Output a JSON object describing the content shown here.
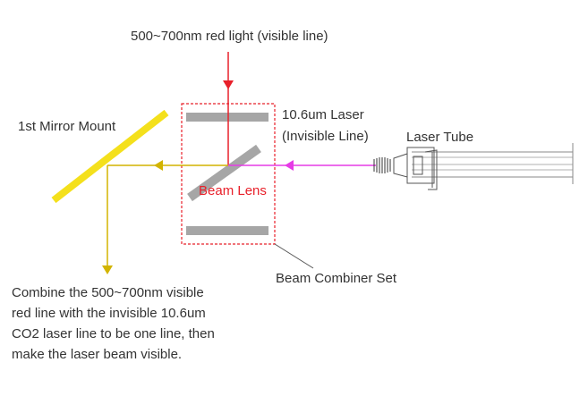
{
  "labels": {
    "red_light": "500~700nm red light (visible line)",
    "mirror_mount": "1st Mirror Mount",
    "laser_line1": "10.6um Laser",
    "laser_line2": "(Invisible Line)",
    "laser_tube": "Laser Tube",
    "beam_lens": "Beam Lens",
    "beam_combiner": "Beam Combiner Set"
  },
  "caption": [
    "Combine the 500~700nm visible",
    "red line with the invisible 10.6um",
    "CO2 laser line to be one line, then",
    "make the laser beam visible."
  ],
  "colors": {
    "red_beam": "#e8202a",
    "co2_beam": "#e63be6",
    "combined_beam": "#d2b400",
    "mirror": "#f4e01c",
    "lens_plate": "#a6a6a6",
    "combiner_box": "#e8202a",
    "tube_line": "#8a8a8a",
    "text": "#333333"
  }
}
